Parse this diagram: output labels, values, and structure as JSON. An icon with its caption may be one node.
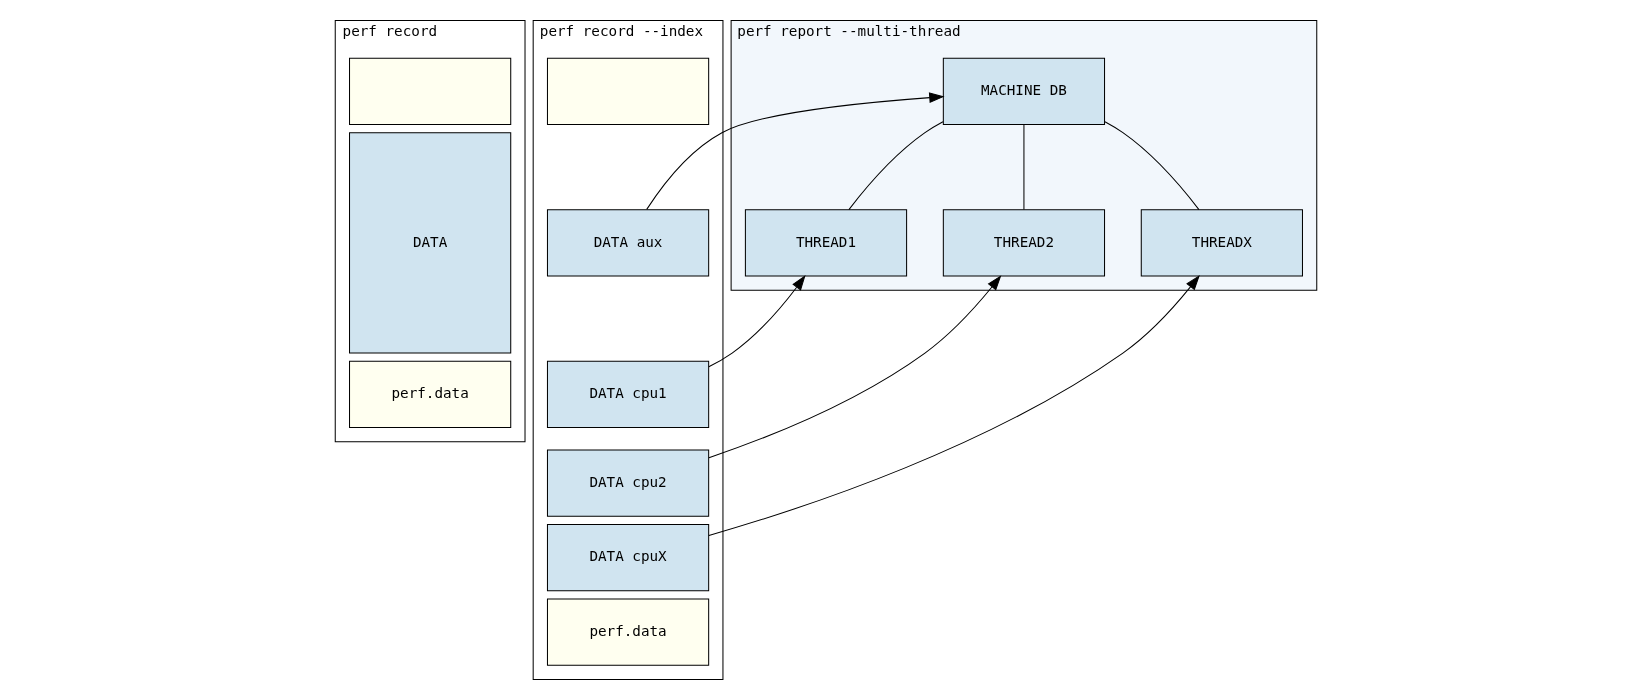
{
  "diagram": {
    "nodes": [
      {
        "text": [
          "perf record"
        ]
      },
      {
        "text": [],
        "shape": "box",
        "in": 0
      },
      {
        "text": [
          "DATA"
        ],
        "in": 0
      },
      {
        "text": [
          "perf.data"
        ],
        "in": 0
      },
      {
        "text": [
          "perf record --index"
        ]
      },
      {
        "text": [],
        "shape": "box",
        "in": 4
      },
      {
        "text": [
          "DATA aux"
        ],
        "in": 4
      },
      {
        "text": [
          "DATA cpu1"
        ],
        "in": 4
      },
      {
        "text": [
          "DATA cpu2"
        ],
        "in": 4
      },
      {
        "text": [
          "DATA cpuX"
        ],
        "in": 4
      },
      {
        "text": [
          "perf.data"
        ],
        "in": 4
      },
      {
        "text": [
          "perf report --multi-thread"
        ]
      },
      {
        "text": [
          "MACHINE DB"
        ],
        "in": 11
      },
      {
        "text": [
          "THREAD1"
        ],
        "in": 11
      },
      {
        "text": [
          "THREAD2"
        ],
        "in": 11
      },
      {
        "text": [
          "THREADX"
        ],
        "in": 11
      }
    ],
    "edges": [
      {
        "from": 6,
        "to": 12,
        "arrow": "to"
      },
      {
        "from": 7,
        "to": 13,
        "arrow": "to"
      },
      {
        "from": 8,
        "to": 14,
        "arrow": "to"
      },
      {
        "from": 9,
        "to": 15,
        "arrow": "to"
      },
      {
        "from": 12,
        "to": 13,
        "arrow": "none"
      },
      {
        "from": 12,
        "to": 14,
        "arrow": "none"
      },
      {
        "from": 12,
        "to": 15,
        "arrow": "none"
      }
    ]
  }
}
